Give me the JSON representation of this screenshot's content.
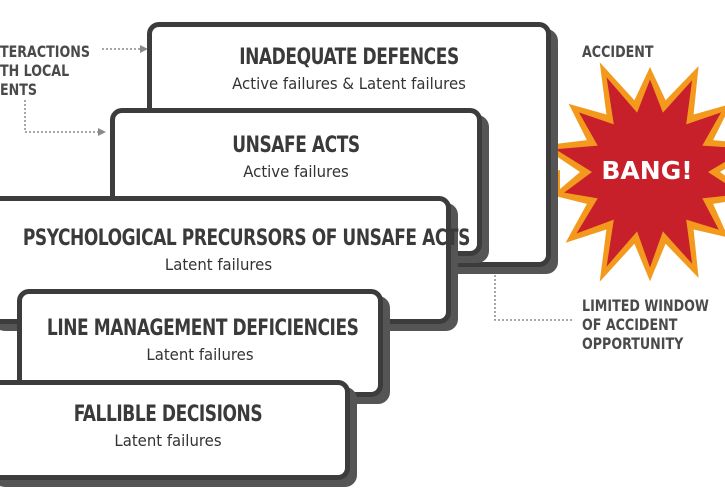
{
  "interactions_label": [
    "TERACTIONS",
    "TH LOCAL",
    "ENTS"
  ],
  "accident_label": "ACCIDENT",
  "bang_label": "BANG!",
  "window_label": [
    "LIMITED WINDOW",
    "OF ACCIDENT",
    "OPPORTUNITY"
  ],
  "layers": [
    {
      "title": "INADEQUATE DEFENCES",
      "subtitle": "Active failures & Latent failures"
    },
    {
      "title": "UNSAFE ACTS",
      "subtitle": "Active failures"
    },
    {
      "title": "PSYCHOLOGICAL PRECURSORS OF UNSAFE ACTS",
      "subtitle": "Latent failures"
    },
    {
      "title": "LINE MANAGEMENT DEFICIENCIES",
      "subtitle": "Latent failures"
    },
    {
      "title": "FALLIBLE DECISIONS",
      "subtitle": "Latent failures"
    }
  ],
  "colors": {
    "border": "#3c3c3c",
    "shadow": "#555555",
    "burst_outer": "#f39a1e",
    "burst_inner": "#c8202a",
    "arrow_line": "#8a8a8a",
    "label_text": "#4a4a4a"
  }
}
